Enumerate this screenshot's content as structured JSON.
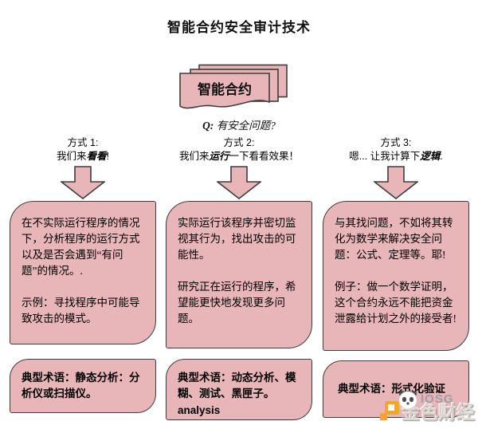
{
  "title": "智能合约安全审计技术",
  "stack": {
    "label": "智能合约"
  },
  "question": {
    "prefix": "Q:",
    "text": " 有安全问题?"
  },
  "columns": [
    {
      "method_label": "方式 1:",
      "tagline_pre": "我们来",
      "tagline_em": "看看",
      "tagline_post": "!",
      "body_para1": "在不实际运行程序的情况下，分析程序的运行方式以及是否会遇到“有问题”的情况。.",
      "body_para2": "示例：寻找程序中可能导致攻击的模式。",
      "term_text": "典型术语：静态分析：分析仪或扫描仪。",
      "term_latin": ""
    },
    {
      "method_label": "方式 2:",
      "tagline_pre": "我们来",
      "tagline_em": "运行",
      "tagline_post": "一下看看效果！",
      "body_para1": "实际运行该程序并密切监视其行为，找出攻击的可能性。",
      "body_para2": "研究正在运行的程序，希望能更快地发现更多问题。",
      "term_text": "典型术语：动态分析、模糊、测试、黑匣子。",
      "term_latin": "analysis"
    },
    {
      "method_label": "方式 3:",
      "tagline_pre": "嗯... 让我计算下",
      "tagline_em": "逻辑",
      "tagline_post": ".",
      "body_para1": "与其找问题，不如将其转化为数学来解决安全问题：公式、定理等。耶!",
      "body_para2": "例子：做一个数学证明，这个合约永远不能把资金泄露给计划之外的接受者!",
      "term_text": "典型术语：形式化验证",
      "term_latin": ""
    }
  ],
  "watermark": {
    "brand": "金色财经",
    "overlay": "IOSG"
  },
  "colors": {
    "shape_fill": "#e8b5b8",
    "shape_border": "#3d3d3d",
    "watermark_orange": "#f5a623",
    "watermark_gray": "#9aa0a8"
  }
}
